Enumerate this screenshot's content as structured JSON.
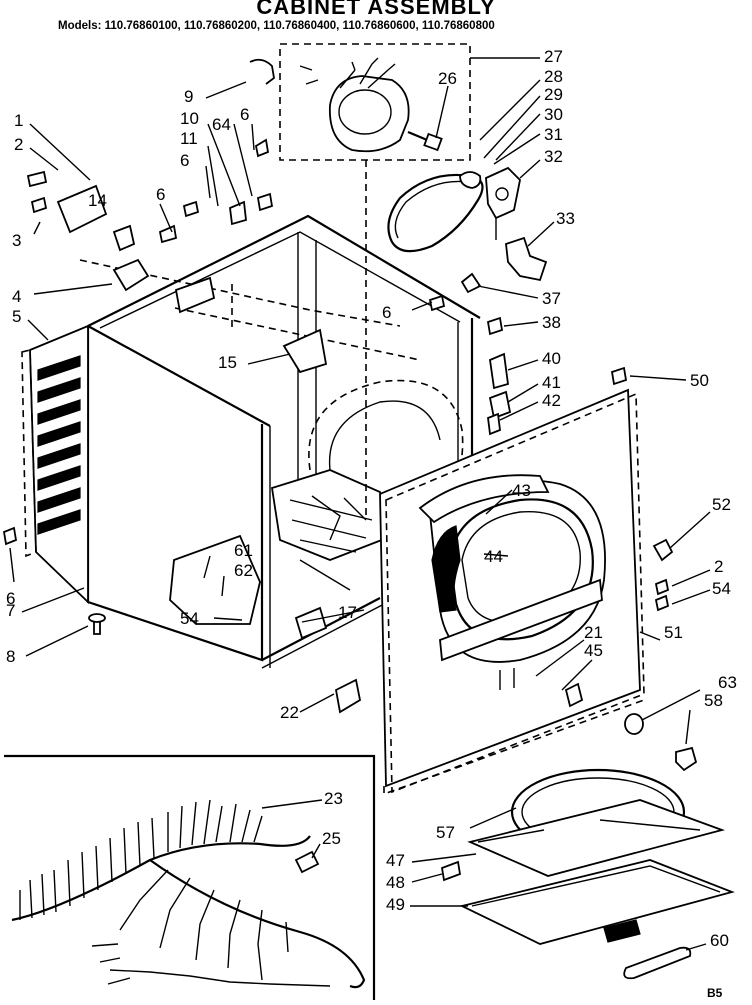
{
  "title": "CABINET ASSEMBLY",
  "models_line": "Models: 110.76860100, 110.76860200, 110.76860400, 110.76860600, 110.76860800",
  "diagram_code": "B5",
  "callouts": [
    {
      "id": "c1",
      "label": "1"
    },
    {
      "id": "c2",
      "label": "2"
    },
    {
      "id": "c3",
      "label": "3"
    },
    {
      "id": "c4",
      "label": "4"
    },
    {
      "id": "c5",
      "label": "5"
    },
    {
      "id": "c6a",
      "label": "6"
    },
    {
      "id": "c6b",
      "label": "6"
    },
    {
      "id": "c6c",
      "label": "6"
    },
    {
      "id": "c6d",
      "label": "6"
    },
    {
      "id": "c6e",
      "label": "6"
    },
    {
      "id": "c7",
      "label": "7"
    },
    {
      "id": "c8",
      "label": "8"
    },
    {
      "id": "c9",
      "label": "9"
    },
    {
      "id": "c10",
      "label": "10"
    },
    {
      "id": "c11",
      "label": "11"
    },
    {
      "id": "c14",
      "label": "14"
    },
    {
      "id": "c15",
      "label": "15"
    },
    {
      "id": "c17",
      "label": "17"
    },
    {
      "id": "c21",
      "label": "21"
    },
    {
      "id": "c22",
      "label": "22"
    },
    {
      "id": "c23",
      "label": "23"
    },
    {
      "id": "c25",
      "label": "25"
    },
    {
      "id": "c26",
      "label": "26"
    },
    {
      "id": "c27",
      "label": "27"
    },
    {
      "id": "c28",
      "label": "28"
    },
    {
      "id": "c29",
      "label": "29"
    },
    {
      "id": "c30",
      "label": "30"
    },
    {
      "id": "c31",
      "label": "31"
    },
    {
      "id": "c32",
      "label": "32"
    },
    {
      "id": "c33",
      "label": "33"
    },
    {
      "id": "c37",
      "label": "37"
    },
    {
      "id": "c38",
      "label": "38"
    },
    {
      "id": "c40",
      "label": "40"
    },
    {
      "id": "c41",
      "label": "41"
    },
    {
      "id": "c42",
      "label": "42"
    },
    {
      "id": "c43",
      "label": "43"
    },
    {
      "id": "c44",
      "label": "44"
    },
    {
      "id": "c45",
      "label": "45"
    },
    {
      "id": "c47",
      "label": "47"
    },
    {
      "id": "c48",
      "label": "48"
    },
    {
      "id": "c49",
      "label": "49"
    },
    {
      "id": "c50",
      "label": "50"
    },
    {
      "id": "c51",
      "label": "51"
    },
    {
      "id": "c52",
      "label": "52"
    },
    {
      "id": "c2b",
      "label": "2"
    },
    {
      "id": "c54a",
      "label": "54"
    },
    {
      "id": "c54b",
      "label": "54"
    },
    {
      "id": "c57",
      "label": "57"
    },
    {
      "id": "c58",
      "label": "58"
    },
    {
      "id": "c60",
      "label": "60"
    },
    {
      "id": "c61",
      "label": "61"
    },
    {
      "id": "c62",
      "label": "62"
    },
    {
      "id": "c63",
      "label": "63"
    },
    {
      "id": "c64",
      "label": "64"
    }
  ]
}
